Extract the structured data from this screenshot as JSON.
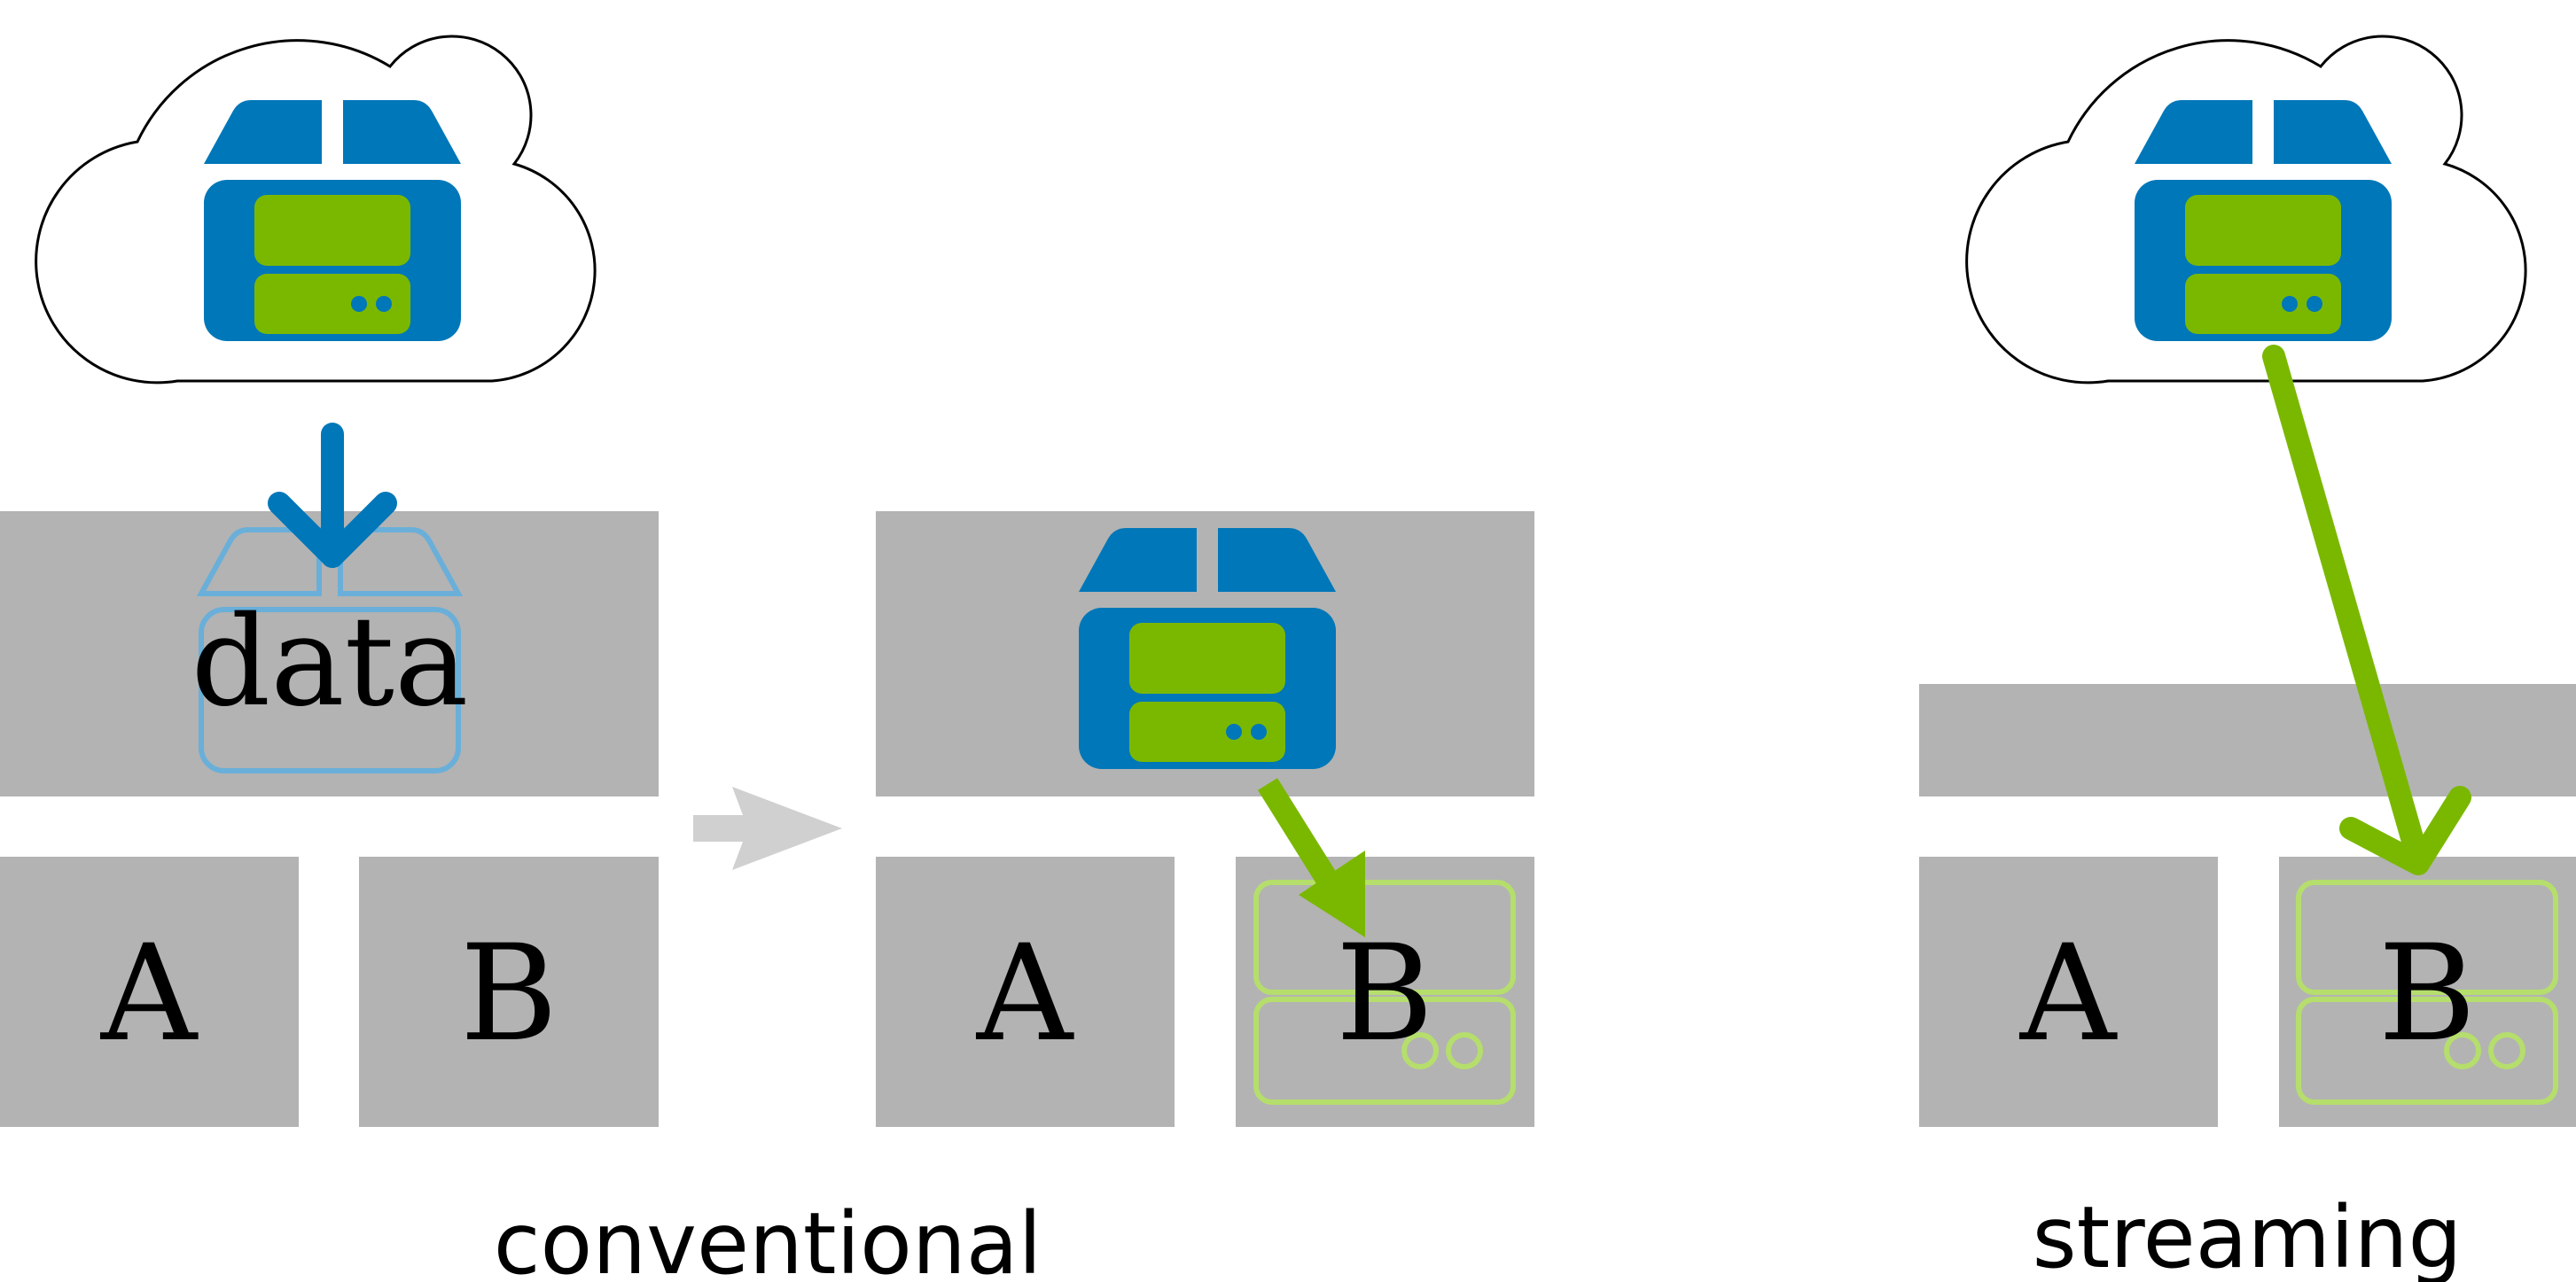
{
  "colors": {
    "block": "#b3b3b3",
    "blue": "#0077b8",
    "green": "#7ab800",
    "light_blue": "#69afd9",
    "light_green": "#b5de6c",
    "arrow_gray": "#d0d0d0"
  },
  "icons": [
    "cloud-icon",
    "package-icon",
    "server-icon",
    "down-arrow-icon",
    "right-arrow-icon"
  ],
  "panels": {
    "left": {
      "data_label": "data",
      "node_a": "A",
      "node_b": "B"
    },
    "middle": {
      "node_a": "A",
      "node_b": "B"
    },
    "right": {
      "node_a": "A",
      "node_b": "B"
    }
  },
  "captions": {
    "conventional": "conventional",
    "streaming": "streaming"
  }
}
